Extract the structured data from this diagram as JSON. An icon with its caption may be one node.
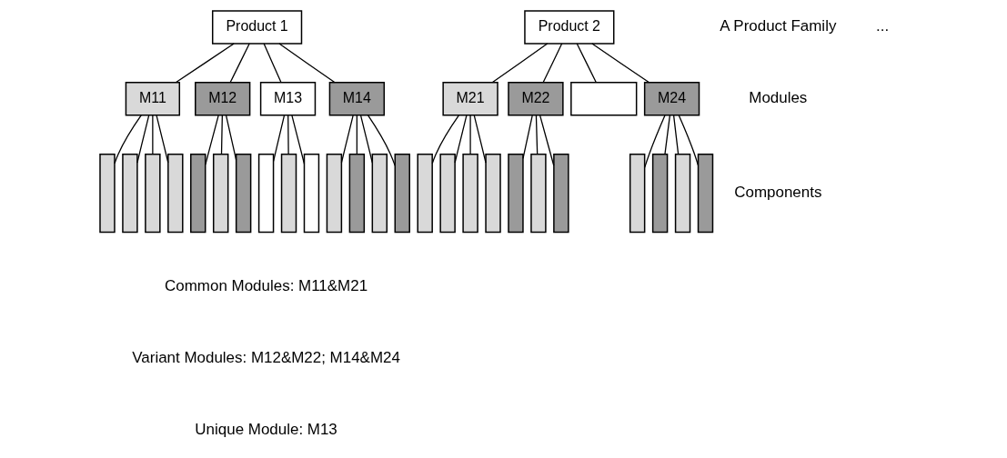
{
  "diagram": {
    "nodes": [
      {
        "text": [
          "Product 1"
        ]
      },
      {
        "text": [
          "Product 2"
        ]
      },
      {
        "text": [
          "M11"
        ]
      },
      {
        "text": [
          "M12"
        ]
      },
      {
        "text": [
          "M13"
        ]
      },
      {
        "text": [
          "M14"
        ]
      },
      {
        "text": [
          "M21"
        ]
      },
      {
        "text": [
          "M22"
        ]
      },
      {
        "text": [],
        "shape": "box"
      },
      {
        "text": [
          "M24"
        ]
      },
      {
        "text": [],
        "shape": "bar"
      },
      {
        "text": [],
        "shape": "bar"
      },
      {
        "text": [],
        "shape": "bar"
      },
      {
        "text": [],
        "shape": "bar"
      },
      {
        "text": [],
        "shape": "bar"
      },
      {
        "text": [],
        "shape": "bar"
      },
      {
        "text": [],
        "shape": "bar"
      },
      {
        "text": [],
        "shape": "bar"
      },
      {
        "text": [],
        "shape": "bar"
      },
      {
        "text": [],
        "shape": "bar"
      },
      {
        "text": [],
        "shape": "bar"
      },
      {
        "text": [],
        "shape": "bar"
      },
      {
        "text": [],
        "shape": "bar"
      },
      {
        "text": [],
        "shape": "bar"
      },
      {
        "text": [],
        "shape": "bar"
      },
      {
        "text": [],
        "shape": "bar"
      },
      {
        "text": [],
        "shape": "bar"
      },
      {
        "text": [],
        "shape": "bar"
      },
      {
        "text": [],
        "shape": "bar"
      },
      {
        "text": [],
        "shape": "bar"
      },
      {
        "text": [],
        "shape": "bar"
      },
      {
        "text": [],
        "shape": "bar"
      },
      {
        "text": [],
        "shape": "bar"
      },
      {
        "text": [],
        "shape": "bar"
      },
      {
        "text": [],
        "shape": "bar"
      }
    ],
    "edges": [
      {
        "from": 0,
        "to": 2,
        "arrow": "none"
      },
      {
        "from": 0,
        "to": 3,
        "arrow": "none"
      },
      {
        "from": 0,
        "to": 4,
        "arrow": "none"
      },
      {
        "from": 0,
        "to": 5,
        "arrow": "none"
      },
      {
        "from": 1,
        "to": 6,
        "arrow": "none"
      },
      {
        "from": 1,
        "to": 7,
        "arrow": "none"
      },
      {
        "from": 1,
        "to": 8,
        "arrow": "none"
      },
      {
        "from": 1,
        "to": 9,
        "arrow": "none"
      },
      {
        "from": 2,
        "to": 10,
        "arrow": "none"
      },
      {
        "from": 2,
        "to": 11,
        "arrow": "none"
      },
      {
        "from": 2,
        "to": 12,
        "arrow": "none"
      },
      {
        "from": 2,
        "to": 13,
        "arrow": "none"
      },
      {
        "from": 3,
        "to": 14,
        "arrow": "none"
      },
      {
        "from": 3,
        "to": 15,
        "arrow": "none"
      },
      {
        "from": 3,
        "to": 16,
        "arrow": "none"
      },
      {
        "from": 4,
        "to": 17,
        "arrow": "none"
      },
      {
        "from": 4,
        "to": 18,
        "arrow": "none"
      },
      {
        "from": 4,
        "to": 19,
        "arrow": "none"
      },
      {
        "from": 5,
        "to": 20,
        "arrow": "none"
      },
      {
        "from": 5,
        "to": 21,
        "arrow": "none"
      },
      {
        "from": 5,
        "to": 22,
        "arrow": "none"
      },
      {
        "from": 5,
        "to": 23,
        "arrow": "none"
      },
      {
        "from": 6,
        "to": 24,
        "arrow": "none"
      },
      {
        "from": 6,
        "to": 25,
        "arrow": "none"
      },
      {
        "from": 6,
        "to": 26,
        "arrow": "none"
      },
      {
        "from": 6,
        "to": 27,
        "arrow": "none"
      },
      {
        "from": 7,
        "to": 28,
        "arrow": "none"
      },
      {
        "from": 7,
        "to": 29,
        "arrow": "none"
      },
      {
        "from": 7,
        "to": 30,
        "arrow": "none"
      },
      {
        "from": 9,
        "to": 31,
        "arrow": "none"
      },
      {
        "from": 9,
        "to": 32,
        "arrow": "none"
      },
      {
        "from": 9,
        "to": 33,
        "arrow": "none"
      },
      {
        "from": 9,
        "to": 34,
        "arrow": "none"
      }
    ],
    "labels": [
      "A Product Family",
      "...",
      "Modules",
      "Components",
      "Common Modules: M11&M21",
      "Variant Modules: M12&M22; M14&M24",
      "Unique Module: M13"
    ]
  }
}
